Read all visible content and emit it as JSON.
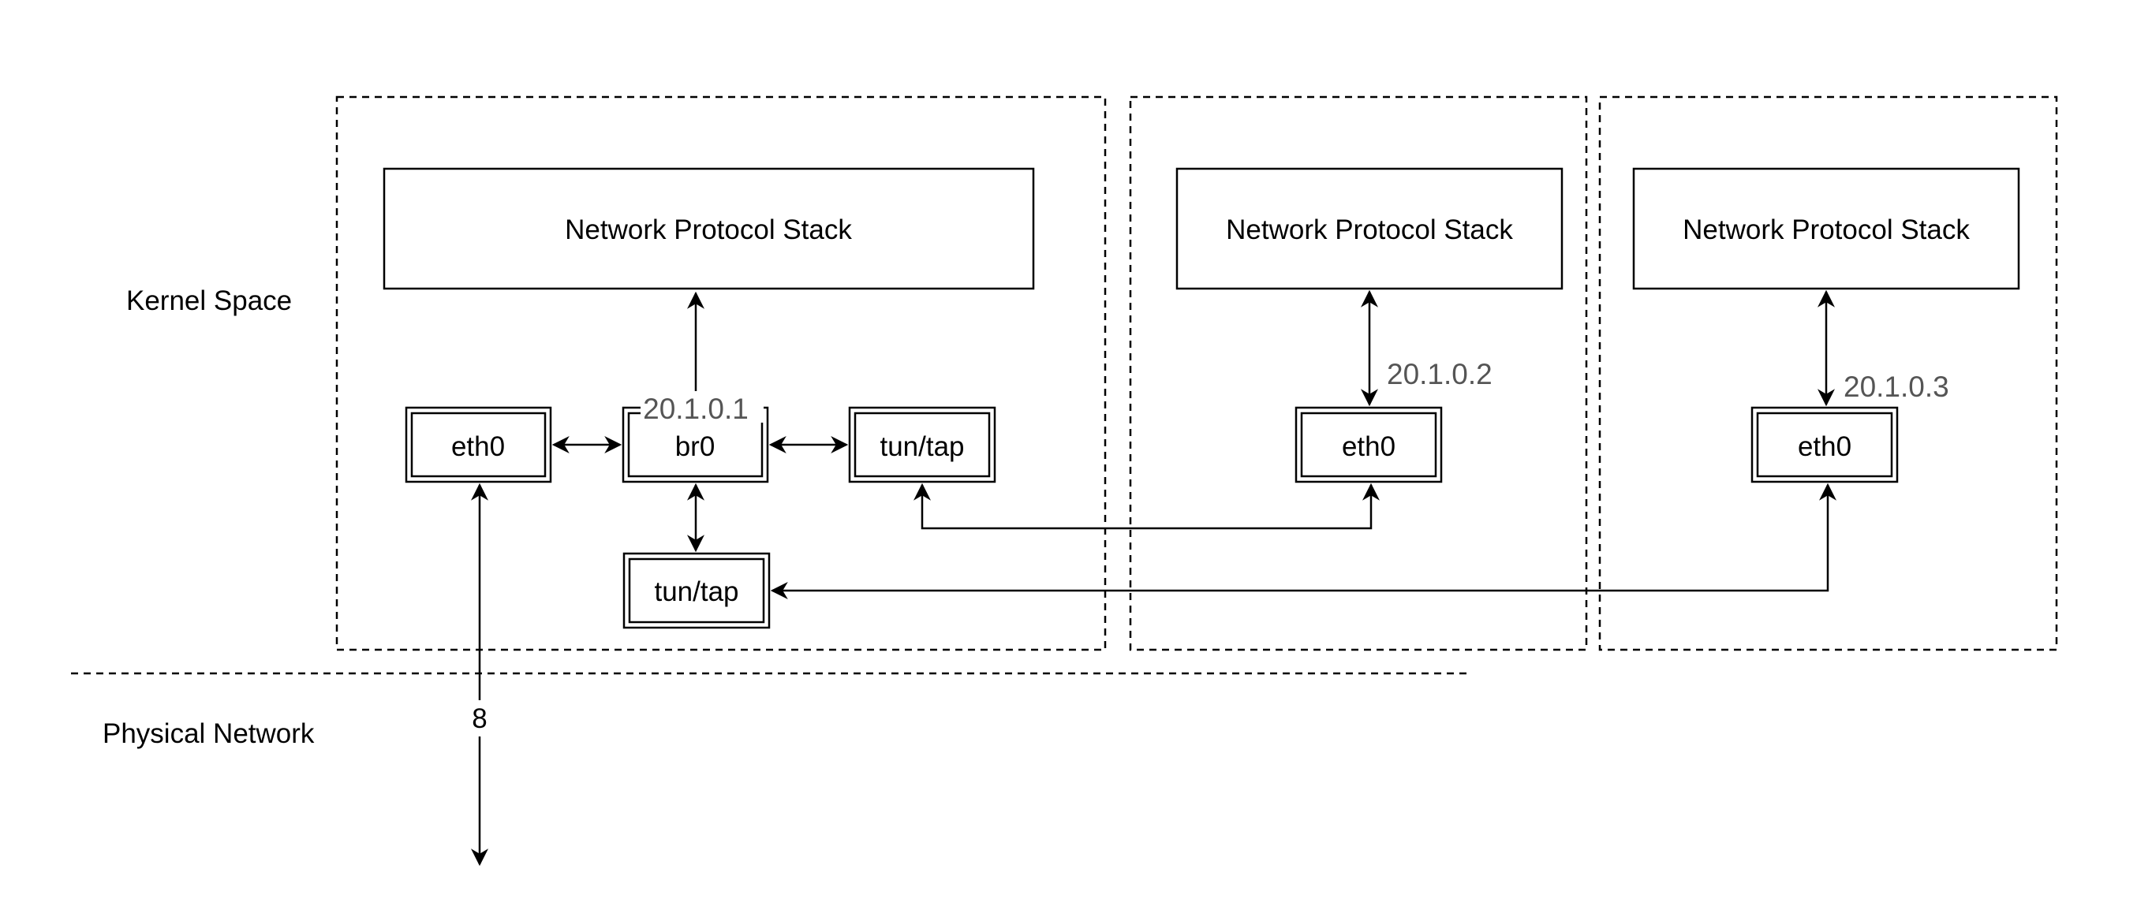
{
  "labels": {
    "kernel_space": "Kernel Space",
    "physical_network": "Physical Network"
  },
  "host": {
    "stack_label": "Network Protocol Stack",
    "eth0_label": "eth0",
    "bridge_label": "br0",
    "bridge_ip": "20.1.0.1",
    "tap1_label": "tun/tap",
    "tap2_label": "tun/tap",
    "physical_link_label": "8"
  },
  "vm1": {
    "stack_label": "Network Protocol Stack",
    "eth0_label": "eth0",
    "ip": "20.1.0.2"
  },
  "vm2": {
    "stack_label": "Network Protocol Stack",
    "eth0_label": "eth0",
    "ip": "20.1.0.3"
  },
  "colors": {
    "line": "#000000",
    "ip_text": "#555555"
  }
}
